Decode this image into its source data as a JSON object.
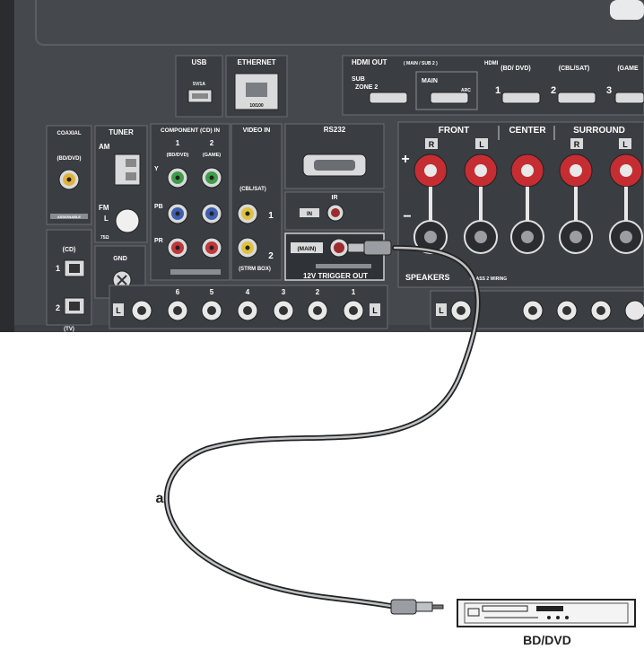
{
  "panel": {
    "usb": "USB",
    "usb_port": "5V/1A",
    "ethernet": "ETHERNET",
    "ethernet_port": "10/100",
    "hdmi_out": "HDMI OUT",
    "hdmi_out_sub": "( MAIN / SUB 2 )",
    "sub_zone2": "SUB",
    "sub_zone2b": "ZONE 2",
    "main": "MAIN",
    "arc": "ARC",
    "hdmi_in_bd": "(BD/ DVD)",
    "hdmi_in_cbl": "(CBL/SAT)",
    "hdmi_in_game": "(GAME",
    "hdmi_in_top": "HDMI",
    "hdmi_num1": "1",
    "hdmi_num2": "2",
    "hdmi_num3": "3",
    "coaxial": "COAXIAL",
    "coax_bd": "(BD/DVD)",
    "assignable": "ASSIGNABLE",
    "tuner": "TUNER",
    "am": "AM",
    "fm": "FM",
    "fm_l": "L",
    "fm_75": "75Ω",
    "component": "COMPONENT (CD) IN",
    "comp_1": "1",
    "comp_2": "2",
    "comp_bd": "(BD/DVD)",
    "comp_game": "(GAME)",
    "y": "Y",
    "pb": "PB",
    "pr": "PR",
    "video_in": "VIDEO IN",
    "cbl_sat": "(CBL/SAT)",
    "video_1": "1",
    "video_2": "2",
    "strm_box": "(STRM BOX)",
    "rs232": "RS232",
    "ir": "IR",
    "ir_in": "IN",
    "trigger_main": "(MAIN)",
    "trigger": "12V TRIGGER OUT",
    "optical_cd": "(CD)",
    "optical_tv": "(TV)",
    "opt1": "1",
    "opt2": "2",
    "gnd": "GND",
    "analog_6": "6",
    "analog_5": "5",
    "analog_4": "4",
    "analog_3": "3",
    "analog_2": "2",
    "analog_1": "1",
    "l_left": "L",
    "l_right": "L",
    "l_far": "L",
    "front": "FRONT",
    "center": "CENTER",
    "surround": "SURROUND",
    "r_front": "R",
    "l_front": "L",
    "r_surr": "R",
    "l_surr": "L",
    "speakers": "SPEAKERS",
    "speakers_sub": "CLASS 2 WIRING",
    "plus": "+",
    "minus": "−"
  },
  "cable_label": "a",
  "device_label": "BD/DVD"
}
